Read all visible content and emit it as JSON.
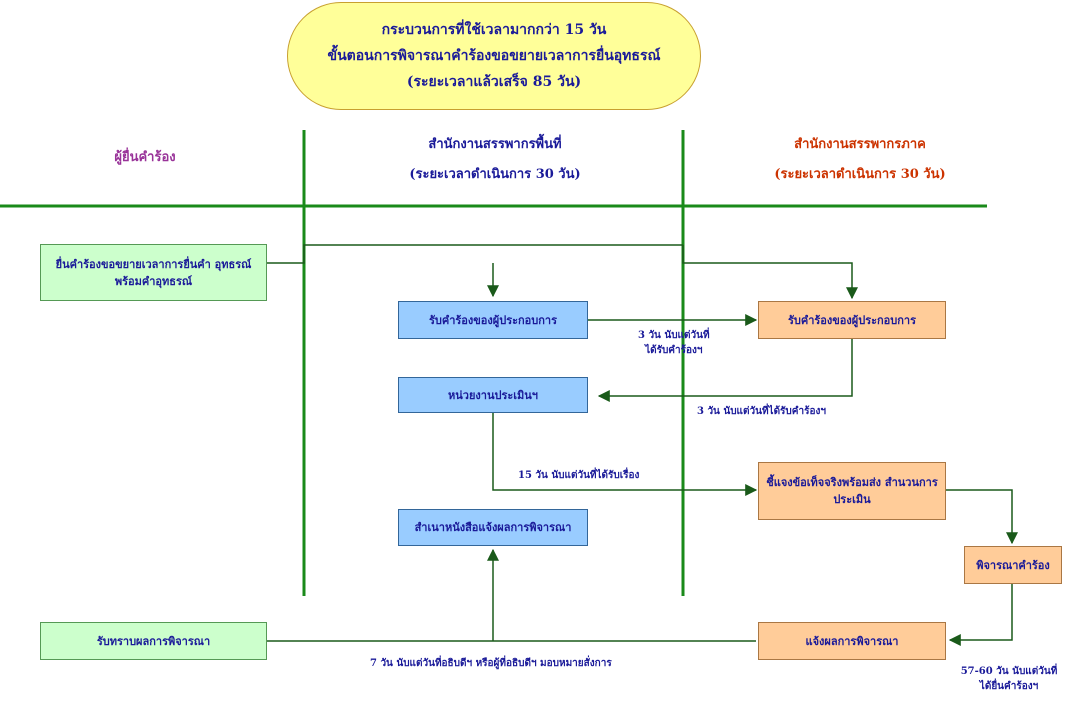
{
  "title": {
    "line1": "กระบวนการที่ใช้เวลามากกว่า 15 วัน",
    "line2": "ขั้นตอนการพิจารณาคำร้องขอขยายเวลาการยื่นอุทธรณ์",
    "line3": "(ระยะเวลาแล้วเสร็จ 85 วัน)"
  },
  "columns": {
    "applicant": "ผู้ยื่นคำร้อง",
    "area_office": "สำนักงานสรรพากรพื้นที่",
    "area_duration": "(ระยะเวลาดำเนินการ 30 วัน)",
    "region_office": "สำนักงานสรรพากรภาค",
    "region_duration": "(ระยะเวลาดำเนินการ 30 วัน)"
  },
  "colors": {
    "applicant_header": "#993399",
    "area_header": "#1a1a99",
    "region_header": "#cc3300",
    "lane_line": "#1a8a1a"
  },
  "nodes": {
    "submit": "ยื่นคำร้องขอขยายเวลาการยื่นคำ อุทธรณ์ พร้อมคำอุทธรณ์",
    "area_receive": "รับคำร้องของผู้ประกอบการ",
    "area_assess": "หน่วยงานประเมินฯ",
    "area_copy": "สำเนาหนังสือแจ้งผลการพิจารณา",
    "region_receive": "รับคำร้องของผู้ประกอบการ",
    "region_clarify": "ชี้แจงข้อเท็จจริงพร้อมส่ง สำนวนการประเมิน",
    "region_consider": "พิจารณาคำร้อง",
    "region_notify": "แจ้งผลการพิจารณา",
    "acknowledge": "รับทราบผลการพิจารณา"
  },
  "notes": {
    "n1_l1": "3 วัน นับแต่วันที่",
    "n1_l2": "ได้รับคำร้องฯ",
    "n2": "3 วัน นับแต่วันที่ได้รับคำร้องฯ",
    "n3": "15 วัน นับแต่วันที่ได้รับเรื่อง",
    "n4": "7 วัน นับแต่วันที่อธิบดีฯ หรือผู้ที่อธิบดีฯ มอบหมายสั่งการ",
    "n5_l1": "57-60 วัน นับแต่วันที่",
    "n5_l2": "ได้ยื่นคำร้องฯ"
  }
}
